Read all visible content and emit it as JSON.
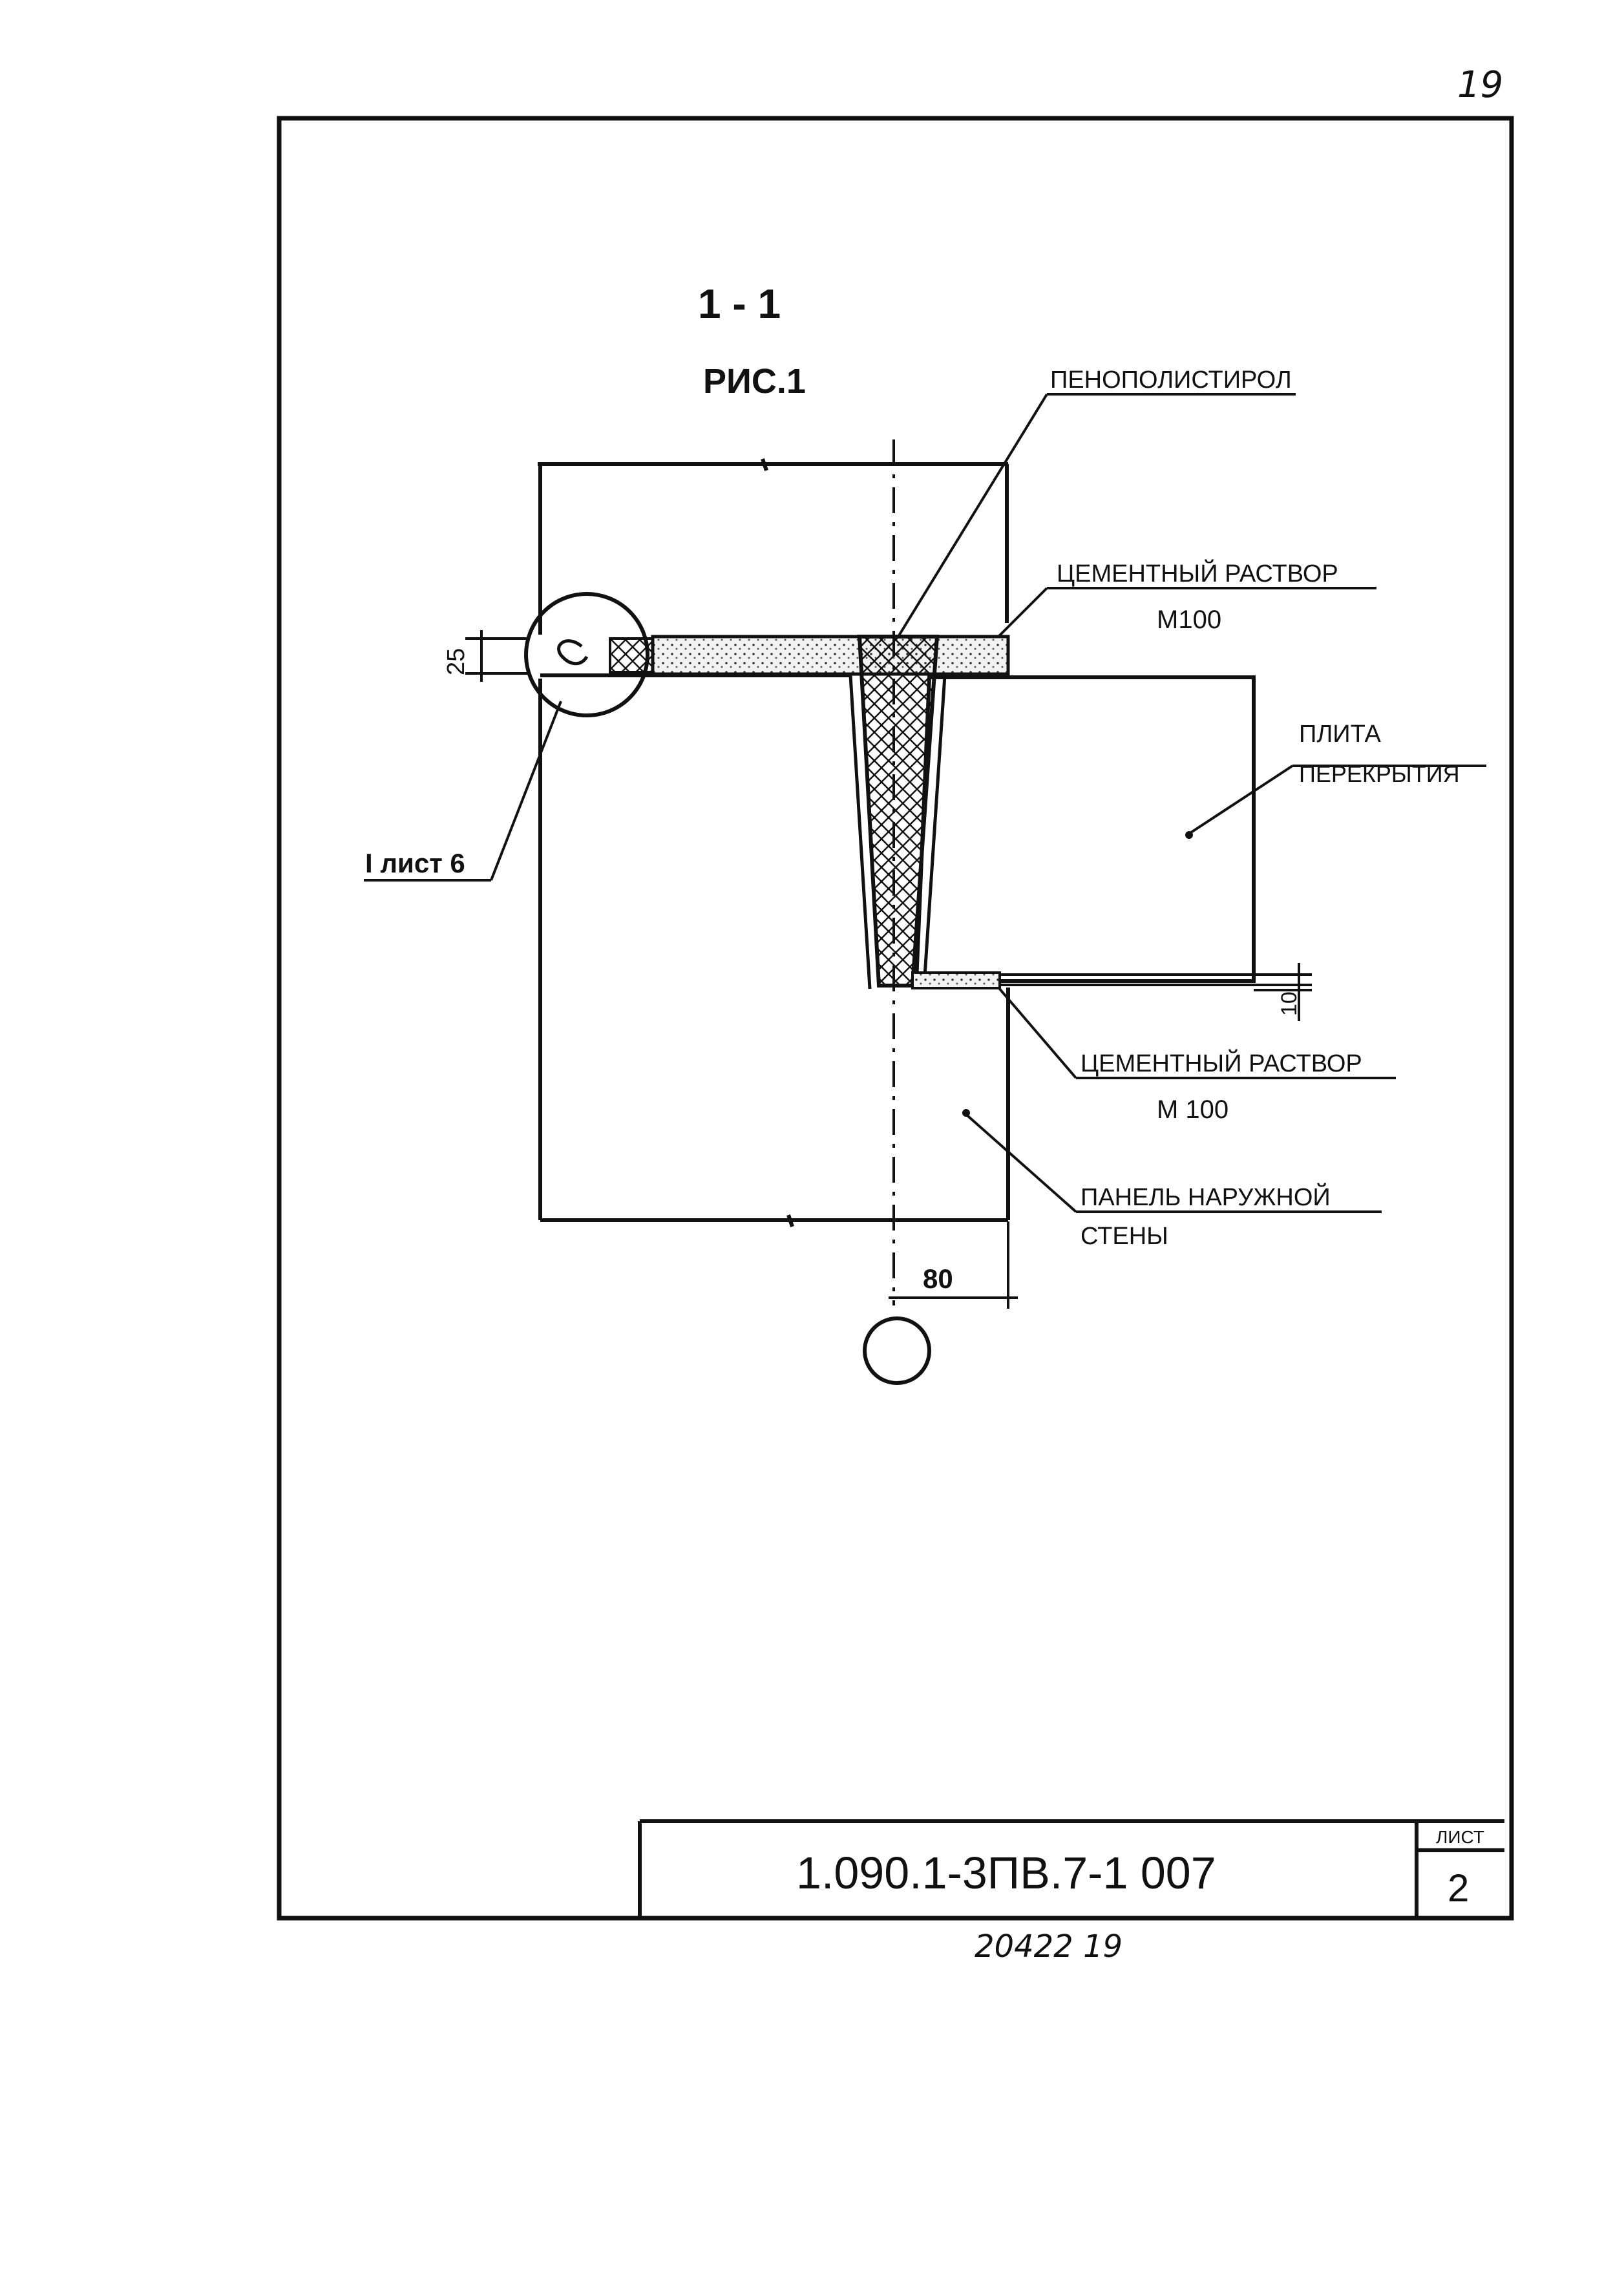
{
  "page_number": "19",
  "section_label": "1 - 1",
  "figure_label": "РИС.1",
  "callouts": {
    "foam": "ПЕНОПОЛИСТИРОЛ",
    "mortar_top": "ЦЕМЕНТНЫЙ РАСТВОР",
    "mortar_top_grade": "М100",
    "slab_line1": "ПЛИТА",
    "slab_line2": "ПЕРЕКРЫТИЯ",
    "mortar_bottom": "ЦЕМЕНТНЫЙ РАСТВОР",
    "mortar_bottom_grade": "М 100",
    "panel_line1": "ПАНЕЛЬ НАРУЖНОЙ",
    "panel_line2": "СТЕНЫ",
    "detail_ref": "I лист 6"
  },
  "dimensions": {
    "joint_height": "25",
    "bottom_gap": "10",
    "offset": "80"
  },
  "title_block": {
    "document_code": "1.090.1-3ПВ.7-1 007",
    "sheet_label": "ЛИСТ",
    "sheet_number": "2"
  },
  "archive_number": "20422 19",
  "colors": {
    "ink": "#111111",
    "paper": "#ffffff",
    "mortar_fill": "#eeeeee"
  }
}
